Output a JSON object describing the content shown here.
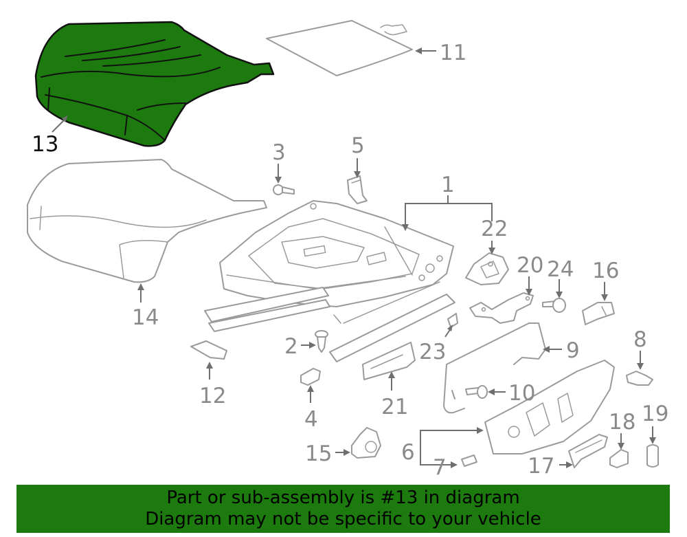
{
  "diagram": {
    "highlighted_part": "13",
    "highlight_color": "#1c7a0e",
    "callouts": {
      "c1": "1",
      "c2": "2",
      "c3": "3",
      "c4": "4",
      "c5": "5",
      "c6": "6",
      "c7": "7",
      "c8": "8",
      "c9": "9",
      "c10": "10",
      "c11": "11",
      "c12": "12",
      "c13": "13",
      "c14": "14",
      "c15": "15",
      "c16": "16",
      "c17": "17",
      "c18": "18",
      "c19": "19",
      "c20": "20",
      "c21": "21",
      "c22": "22",
      "c23": "23",
      "c24": "24"
    }
  },
  "banner": {
    "line1": "Part or sub-assembly is #13 in diagram",
    "line2": "Diagram may not be specific to your vehicle",
    "background": "#1c7a0e"
  }
}
